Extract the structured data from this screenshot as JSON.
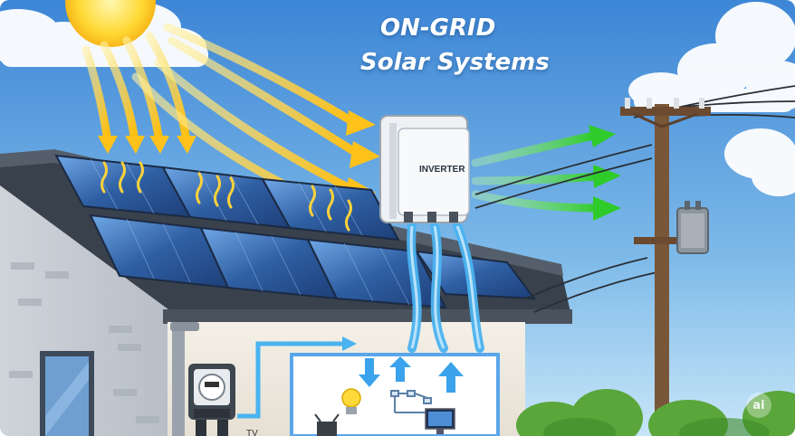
{
  "title": {
    "line1": "ON-GRID",
    "line2": "Solar Systems"
  },
  "labels": {
    "inverter": "INVERTER",
    "tv": "TV"
  },
  "badge": "ai",
  "colors": {
    "sky_top": "#4a90d9",
    "sky_bottom": "#bfe0f7",
    "sun": "#ffd23a",
    "sun_ray_arrow": "#ffc21a",
    "grid_arrow": "#3fd13a",
    "dc_cable": "#4ab3f0",
    "panel": "#3d6fb5",
    "roof": "#3c4450",
    "wall": "#f1ede4",
    "pole": "#7a5638"
  },
  "icons": [
    "sun-icon",
    "cloud-icon",
    "solar-panel-icon",
    "inverter-icon",
    "utility-pole-icon",
    "transformer-icon",
    "electric-meter-icon",
    "light-bulb-icon",
    "monitor-icon",
    "tv-icon"
  ]
}
